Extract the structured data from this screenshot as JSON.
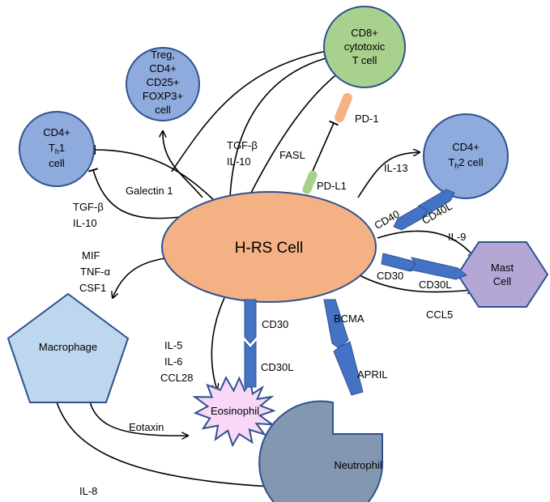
{
  "colors": {
    "hrs": "#F4B183",
    "blue_cell": "#8FAADC",
    "green_cell": "#A9D18E",
    "mast": "#B4A7D6",
    "macrophage": "#BDD7EE",
    "eosinophil": "#F9D7F7",
    "neutrophil": "#8497B0",
    "receptor": "#4472C4",
    "pd1": "#F4B183",
    "pdl1": "#A9D18E",
    "outline": "#2F528F",
    "arrow": "#000000"
  },
  "nodes": {
    "hrs": "H-RS Cell",
    "cd8": [
      "CD8+",
      "cytotoxic",
      "T cell"
    ],
    "treg": [
      "Treg,",
      "CD4+",
      "CD25+",
      "FOXP3+",
      "cell"
    ],
    "th1": {
      "line1": "CD4+",
      "t": "T",
      "h": "h",
      "one": "1",
      "line3": "cell"
    },
    "th2": {
      "line1": "CD4+",
      "t": "T",
      "h": "h",
      "rest": "2 cell"
    },
    "mast": [
      "Mast",
      "Cell"
    ],
    "macrophage": "Macrophage",
    "eosinophil": "Eosinophil",
    "neutrophil": "Neutrophil"
  },
  "labels": {
    "pd1": "PD-1",
    "pdl1": "PD-L1",
    "fasl": "FASL",
    "tgfb_top": [
      "TGF-β",
      "IL-10"
    ],
    "galectin": "Galectin 1",
    "tgfb_left": [
      "TGF-β",
      "IL-10"
    ],
    "il13": "IL-13",
    "cd40": "CD40",
    "cd40l": "CD40L",
    "il9": "IL-9",
    "cd30_right": "CD30",
    "cd30l_right": "CD30L",
    "ccl5": "CCL5",
    "mif": [
      "MIF",
      "TNF-α",
      "CSF1"
    ],
    "il_list": [
      "IL-5",
      "IL-6",
      "CCL28"
    ],
    "cd30_center": "CD30",
    "cd30l_center": "CD30L",
    "bcma": "BCMA",
    "april": "APRIL",
    "eotaxin": "Eotaxin",
    "il8": "IL-8"
  }
}
